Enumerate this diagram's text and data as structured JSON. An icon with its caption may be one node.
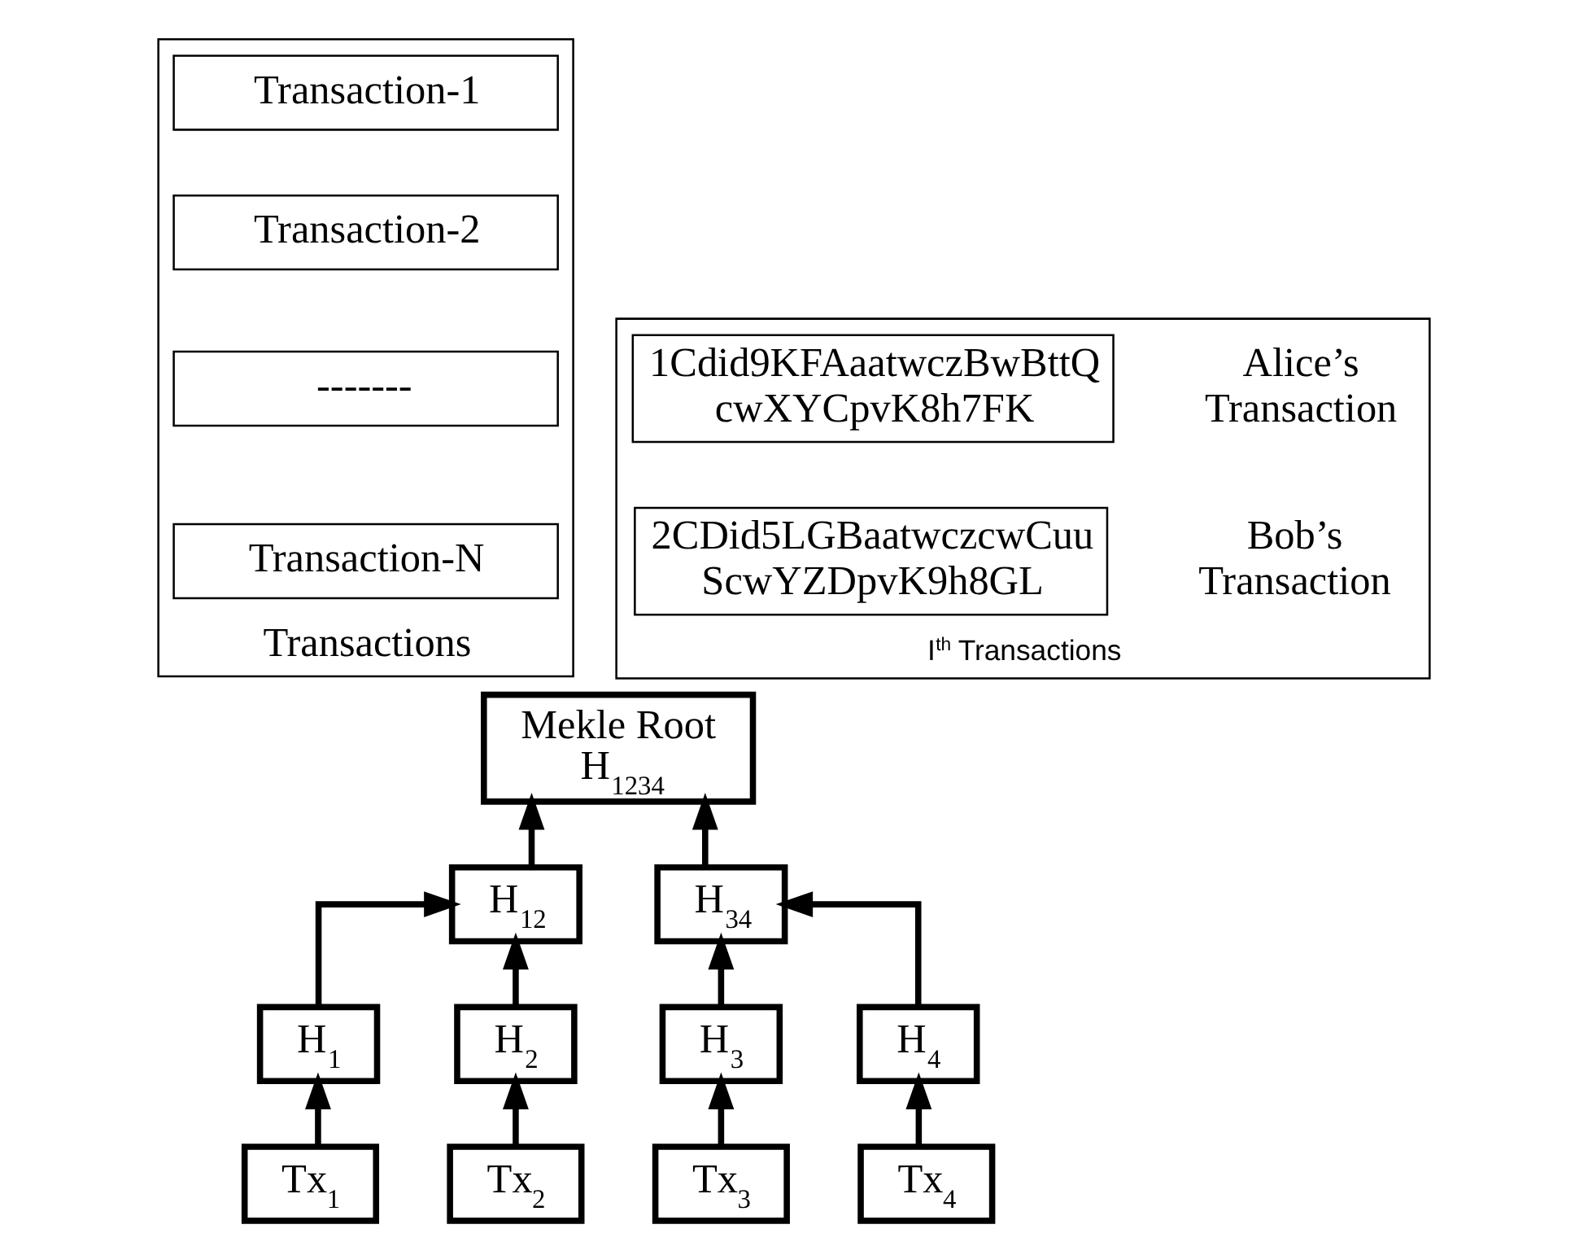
{
  "diagram": {
    "nodes": [
      {
        "text": [
          "Transactions"
        ]
      },
      {
        "text": [
          "Transaction-1"
        ],
        "in": 0
      },
      {
        "text": [
          "Transaction-2"
        ],
        "in": 0
      },
      {
        "text": [
          "-------"
        ],
        "in": 0
      },
      {
        "text": [
          "Transaction-N"
        ],
        "in": 0
      },
      {
        "text": [
          "I$^{th}$ Transactions"
        ]
      },
      {
        "text": [
          "1Cdid9KFAaatwczBwBttQ cwXYCpvK8h7FK"
        ],
        "in": 5,
        "beside": [
          "Alice’s Transaction"
        ]
      },
      {
        "text": [
          "2CDid5LGBaatwczcwCuu ScwYZDpvK9h8GL"
        ],
        "in": 5,
        "beside": [
          "Bob’s Transaction"
        ]
      },
      {
        "text": [
          "Mekle Root",
          "H$_{1234}$"
        ]
      },
      {
        "text": [
          "H$_{12}$"
        ]
      },
      {
        "text": [
          "H$_{34}$"
        ]
      },
      {
        "text": [
          "H$_{1}$"
        ]
      },
      {
        "text": [
          "H$_{2}$"
        ]
      },
      {
        "text": [
          "H$_{3}$"
        ]
      },
      {
        "text": [
          "H$_{4}$"
        ]
      },
      {
        "text": [
          "Tx$_{1}$"
        ]
      },
      {
        "text": [
          "Tx$_{2}$"
        ]
      },
      {
        "text": [
          "Tx$_{3}$"
        ]
      },
      {
        "text": [
          "Tx$_{4}$"
        ]
      }
    ],
    "edges": [
      {
        "from": 9,
        "to": 8,
        "arrow": "to"
      },
      {
        "from": 10,
        "to": 8,
        "arrow": "to"
      },
      {
        "from": 11,
        "to": 9,
        "arrow": "to"
      },
      {
        "from": 12,
        "to": 9,
        "arrow": "to"
      },
      {
        "from": 13,
        "to": 10,
        "arrow": "to"
      },
      {
        "from": 14,
        "to": 10,
        "arrow": "to"
      },
      {
        "from": 15,
        "to": 11,
        "arrow": "to"
      },
      {
        "from": 16,
        "to": 12,
        "arrow": "to"
      },
      {
        "from": 17,
        "to": 13,
        "arrow": "to"
      },
      {
        "from": 18,
        "to": 14,
        "arrow": "to"
      }
    ]
  }
}
